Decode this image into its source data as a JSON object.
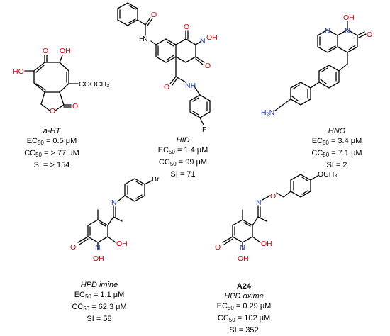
{
  "compounds": [
    {
      "name": "a-HT",
      "ec": "EC",
      "ec_sub": "50",
      "ec_val": " = 0.5 μM",
      "cc": "CC",
      "cc_sub": "50",
      "cc_val": " = > 77 μM",
      "si": "SI = > 154"
    },
    {
      "name": "HID",
      "ec": "EC",
      "ec_sub": "50",
      "ec_val": " = 1.4 μM",
      "cc": "CC",
      "cc_sub": "50",
      "cc_val": " = 99 μM",
      "si": "SI = 71"
    },
    {
      "name": "HNO",
      "ec": "EC",
      "ec_sub": "50",
      "ec_val": " = 3.4 μM",
      "cc": "CC",
      "cc_sub": "50",
      "cc_val": " = 7.1 μM",
      "si": "SI = 2"
    },
    {
      "name": "HPD imine",
      "ec": "EC",
      "ec_sub": "50",
      "ec_val": " = 1.1 μM",
      "cc": "CC",
      "cc_sub": "50",
      "cc_val": " = 62.3 μM",
      "si": "SI = 58"
    },
    {
      "code": "A24",
      "name": "HPD oxime",
      "ec": "EC",
      "ec_sub": "50",
      "ec_val": " = 0.29 μM",
      "cc": "CC",
      "cc_sub": "50",
      "cc_val": " = 102 μM",
      "si": "SI = 352"
    }
  ],
  "atom_labels": {
    "aht_ho": "HO",
    "aht_o1": "O",
    "aht_oh": "OH",
    "aht_ester": "COOCH₃",
    "aht_o_ring": "O",
    "aht_o_lac": "O",
    "hid_o_amide": "O",
    "hid_nh_top": "N",
    "hid_h_top": "H",
    "hid_o_top": "O",
    "hid_n_imide": "N",
    "hid_oh": "OH",
    "hid_o_bot": "O",
    "hid_o_side": "O",
    "hid_nh": "NH",
    "hid_f": "F",
    "hno_n1": "N",
    "hno_n2": "N",
    "hno_oh": "OH",
    "hno_o": "O",
    "hno_h2n": "H₂N",
    "imine_n": "N",
    "imine_br": "Br",
    "imine_o": "O",
    "imine_n_ring": "N",
    "imine_oh_top": "OH",
    "imine_oh_n": "OH",
    "oxime_n": "N",
    "oxime_o_link": "O",
    "oxime_och3": "OCH₃",
    "oxime_o": "O",
    "oxime_n_ring": "N",
    "oxime_oh_top": "OH",
    "oxime_oh_n": "OH"
  },
  "colors": {
    "oxygen": "#e0000e",
    "nitrogen": "#1d3fc4",
    "bond": "#000000"
  }
}
